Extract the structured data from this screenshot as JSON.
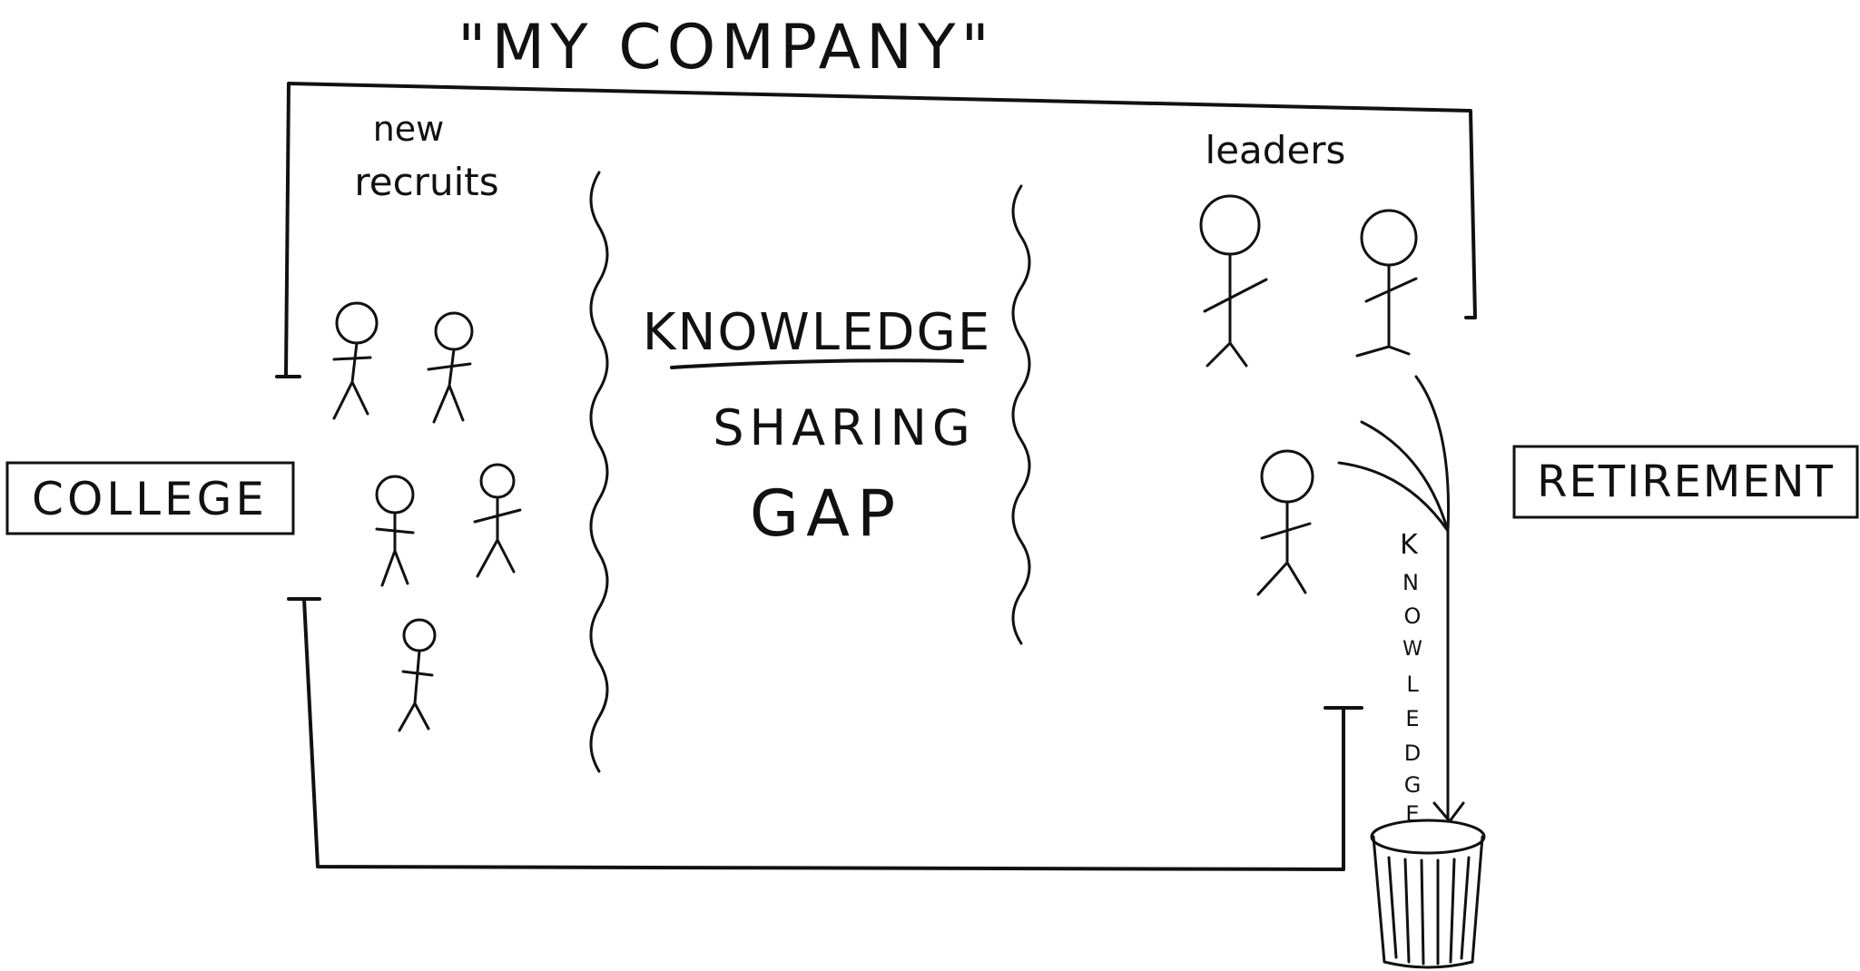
{
  "title": "\"MY COMPANY\"",
  "labels": {
    "new_recruits_line1": "new",
    "new_recruits_line2": "recruits",
    "leaders": "leaders",
    "gap_line1": "KNOWLEDGE",
    "gap_line2": "SHARING",
    "gap_line3": "GAP",
    "vertical_knowledge": [
      "K",
      "N",
      "O",
      "W",
      "L",
      "E",
      "D",
      "G",
      "E"
    ]
  },
  "entry": {
    "label": "COLLEGE"
  },
  "exit": {
    "label": "RETIREMENT"
  },
  "icons": {
    "trash": "trash-can-icon",
    "person": "stick-figure-icon"
  },
  "colors": {
    "ink": "#111111",
    "paper": "#ffffff"
  }
}
